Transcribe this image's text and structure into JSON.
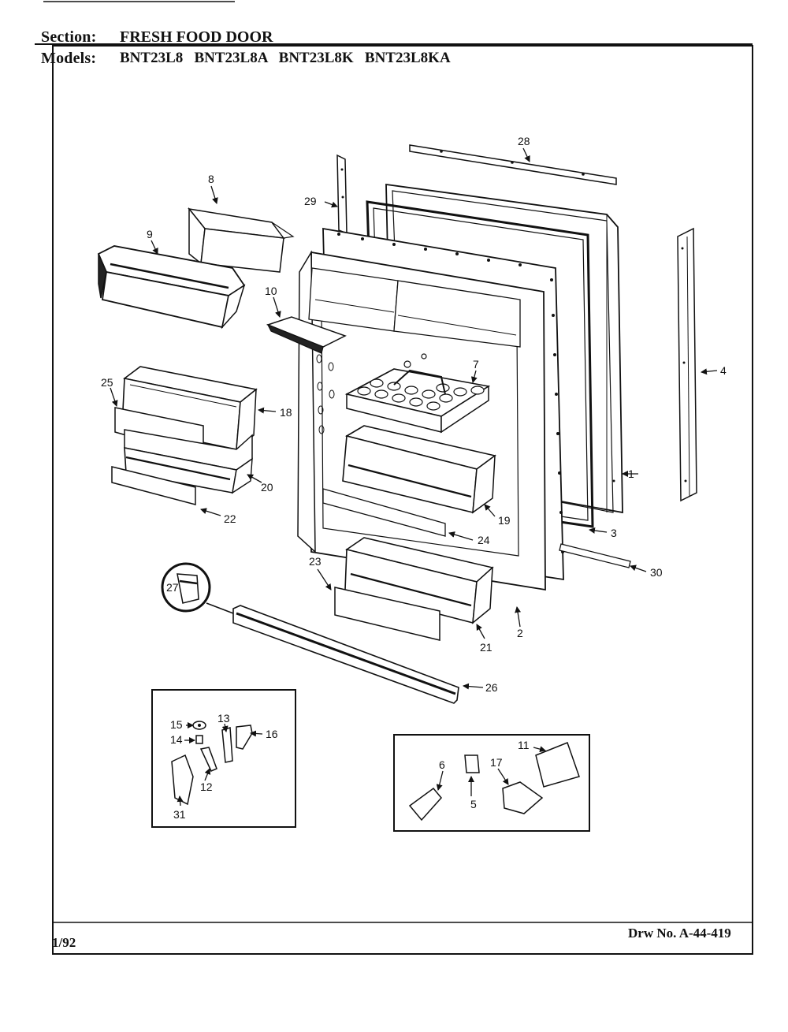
{
  "header": {
    "section_label": "Section:",
    "section_value": "FRESH FOOD DOOR",
    "models_label": "Models:",
    "models_value": "BNT23L8   BNT23L8A   BNT23L8K   BNT23L8KA"
  },
  "footer": {
    "date": "1/92",
    "drawing_number": "Drw No. A-44-419"
  },
  "callouts": [
    "1",
    "2",
    "3",
    "4",
    "5",
    "6",
    "7",
    "8",
    "9",
    "10",
    "11",
    "12",
    "13",
    "14",
    "15",
    "16",
    "17",
    "18",
    "19",
    "20",
    "21",
    "22",
    "23",
    "24",
    "25",
    "26",
    "27",
    "28",
    "29",
    "30",
    "31"
  ]
}
